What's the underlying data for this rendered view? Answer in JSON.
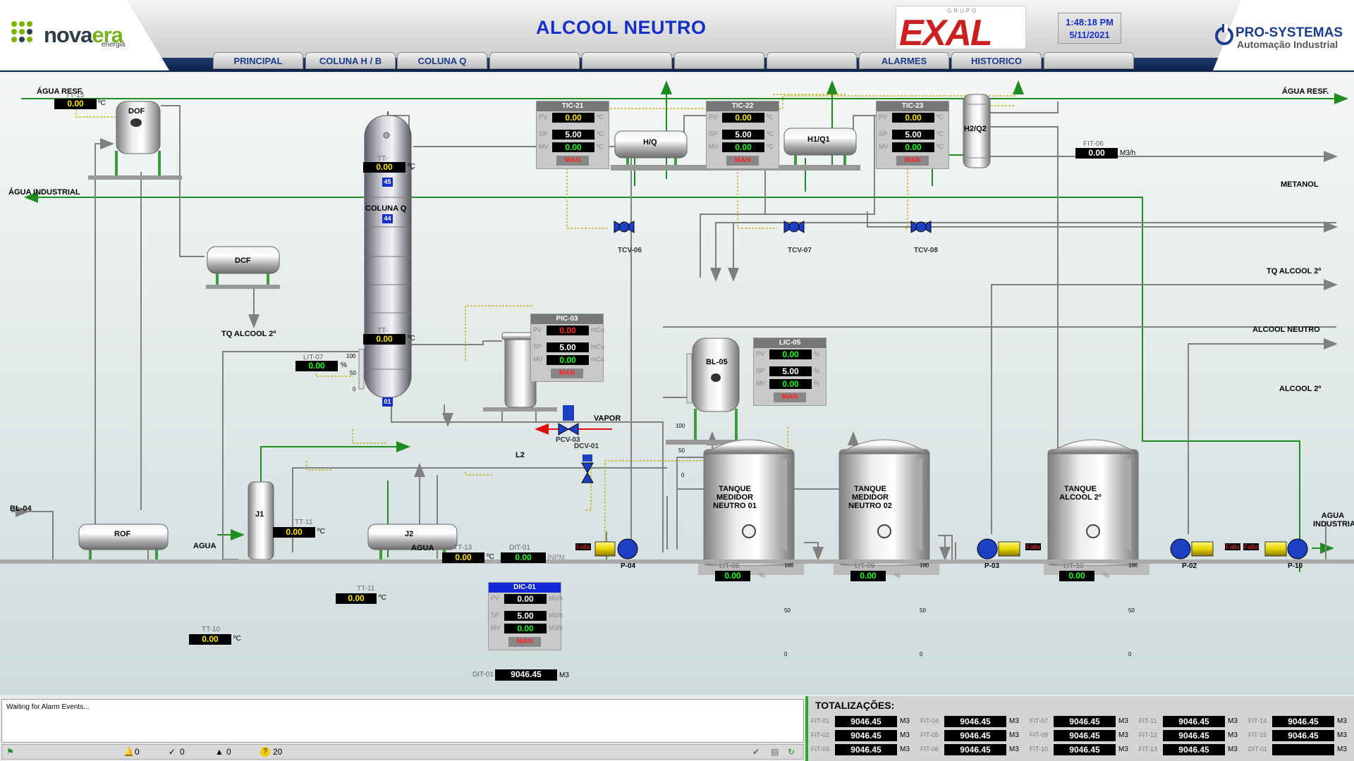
{
  "header": {
    "brand_left_a": "nova",
    "brand_left_b": "era",
    "brand_left_sub": "energia",
    "title": "ALCOOL NEUTRO",
    "exal_grupo": "GRUPO",
    "exal_brand": "EXAL",
    "time": "1:48:18 PM",
    "date": "5/11/2021",
    "brand_right": "PRO-SYSTEMAS",
    "brand_right_sub": "Automação Industrial"
  },
  "nav": {
    "tabs": [
      "PRINCIPAL",
      "COLUNA H / B",
      "COLUNA Q",
      "",
      "",
      "",
      "",
      "ALARMES",
      "HISTORICO",
      ""
    ]
  },
  "lines": {
    "agua_resf_left": "ÁGUA RESF.",
    "agua_resf_right": "ÁGUA RESF.",
    "agua_industrial": "ÁGUA INDUSTRIAL",
    "metanol": "METANOL",
    "tq_alcool_2_right": "TQ ALCOOL 2º",
    "alcool_neutro": "ALCOOL NEUTRO",
    "alcool_2": "ALCOOL 2º",
    "tq_alcool_2_left": "TQ ALCOOL 2º",
    "vapor": "VAPOR",
    "agua_j2": "AGUA",
    "agua_j1": "AGUA",
    "bl04": "BL-04",
    "agua_industrial_br": "AGUA INDUSTRIAL"
  },
  "equipment": {
    "dof": "DOF",
    "dcf": "DCF",
    "coluna": "COLUNA Q",
    "l2": "L2",
    "hq": "H/Q",
    "h1q1": "H1/Q1",
    "h2q2": "H2/Q2",
    "bl05": "BL-05",
    "rof": "ROF",
    "j1": "J1",
    "j2": "J2",
    "tank1": "TANQUE MEDIDOR NEUTRO 01",
    "tank2": "TANQUE MEDIDOR NEUTRO 02",
    "tank3": "TANQUE ALCOOL 2º",
    "tray_45": "45",
    "tray_44": "44",
    "tray_01": "01"
  },
  "valves": {
    "tcv06": "TCV-06",
    "tcv07": "TCV-07",
    "tcv08": "TCV-08",
    "pcv03": "PCV-03",
    "dcv01": "DCV-01",
    "p04": "P-04",
    "p03": "P-03",
    "p02": "P-02",
    "p10": "P-10",
    "falla": "Falla"
  },
  "instruments": {
    "tt15": {
      "tag": "TT-15",
      "value": "0.00",
      "unit": "ºC"
    },
    "tt_top": {
      "tag": "TT-",
      "value": "0.00",
      "unit": "ºC"
    },
    "tt_bot": {
      "tag": "TT-",
      "value": "0.00",
      "unit": "ºC"
    },
    "lit07": {
      "tag": "LIT-07",
      "value": "0.00",
      "unit": "%"
    },
    "fit06": {
      "tag": "FIT-06",
      "value": "0.00",
      "unit": "M3/h"
    },
    "tt11a": {
      "tag": "TT-11",
      "value": "0.00",
      "unit": "ºC"
    },
    "tt11b": {
      "tag": "TT-11",
      "value": "0.00",
      "unit": "ºC"
    },
    "tt13": {
      "tag": "TT-13",
      "value": "0.00",
      "unit": "ºC"
    },
    "tt10": {
      "tag": "TT-10",
      "value": "0.00",
      "unit": "ºC"
    },
    "dit01": {
      "tag": "DIT-01",
      "value": "0.00",
      "unit": "INPM"
    },
    "dit01_tot": {
      "tag": "DIT-01",
      "value": "9046.45",
      "unit": "M3"
    },
    "lit08": {
      "tag": "LIT-08",
      "value": "0.00",
      "unit": "%"
    },
    "lit09": {
      "tag": "LIT-09",
      "value": "0.00",
      "unit": "%"
    },
    "lit10": {
      "tag": "LIT-10",
      "value": "0.00",
      "unit": "%"
    }
  },
  "scales": {
    "s100": "100",
    "s50": "50",
    "s0": "0"
  },
  "faceplates": {
    "tic21": {
      "title": "TIC-21",
      "pv": "0.00",
      "sp": "5.00",
      "mv": "0.00",
      "unit": "ºC",
      "mode": "MAN"
    },
    "tic22": {
      "title": "TIC-22",
      "pv": "0.00",
      "sp": "5.00",
      "mv": "0.00",
      "unit": "ºC",
      "mode": "MAN"
    },
    "tic23": {
      "title": "TIC-23",
      "pv": "0.00",
      "sp": "5.00",
      "mv": "0.00",
      "unit": "ºC",
      "mode": "MAN"
    },
    "pic03": {
      "title": "PIC-03",
      "pv": "0.00",
      "sp": "5.00",
      "mv": "0.00",
      "unit": "mCa",
      "mode": "MAN"
    },
    "lic05": {
      "title": "LIC-05",
      "pv": "0.00",
      "sp": "5.00",
      "mv": "0.00",
      "unit": "%",
      "mode": "MAN"
    },
    "dic01": {
      "title": "DIC-01",
      "pv": "0.00",
      "sp": "5.00",
      "mv": "0.00",
      "unit": "M3/h",
      "mode": "MAN"
    },
    "labels": {
      "pv": "PV",
      "sp": "SP",
      "mv": "MV"
    }
  },
  "alarm": {
    "message": "Waiting for Alarm Events...",
    "count_a": "0",
    "count_b": "0",
    "count_c": "0",
    "count_d": "20"
  },
  "totals": {
    "title": "TOTALIZAÇÕES:",
    "unit": "M3",
    "items": [
      {
        "tag": "FIT-01",
        "value": "9046.45"
      },
      {
        "tag": "FIT-02",
        "value": "9046.45"
      },
      {
        "tag": "FIT-03",
        "value": "9046.45"
      },
      {
        "tag": "FIT-04",
        "value": "9046.45"
      },
      {
        "tag": "FIT-05",
        "value": "9046.45"
      },
      {
        "tag": "FIT-06",
        "value": "9046.45"
      },
      {
        "tag": "FIT-07",
        "value": "9046.45"
      },
      {
        "tag": "FIT-09",
        "value": "9046.45"
      },
      {
        "tag": "FIT-10",
        "value": "9046.45"
      },
      {
        "tag": "FIT-11",
        "value": "9046.45"
      },
      {
        "tag": "FIT-12",
        "value": "9046.45"
      },
      {
        "tag": "FIT-13",
        "value": "9046.45"
      },
      {
        "tag": "FIT-14",
        "value": "9046.45"
      },
      {
        "tag": "FIT-15",
        "value": "9046.45"
      },
      {
        "tag": "DIT-01",
        "value": ""
      }
    ]
  },
  "colors": {
    "water_line": "#1e8c1e",
    "process_line": "#808080",
    "title_blue": "#1530c8",
    "valve_blue": "#1c3fc4",
    "fail_red": "#ff2020"
  }
}
